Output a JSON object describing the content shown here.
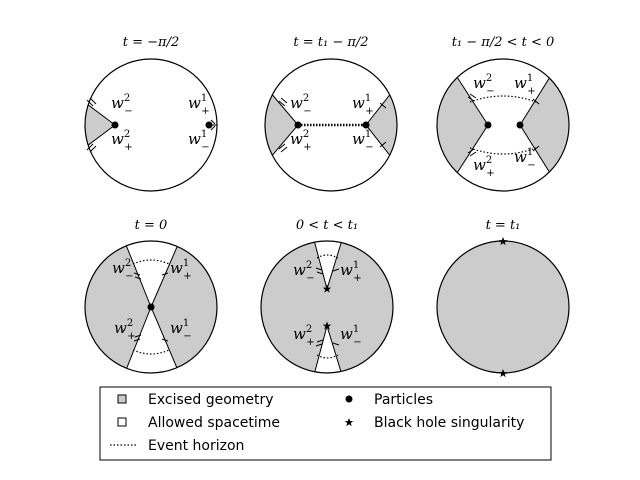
{
  "colors": {
    "excised": "#cccccc",
    "allowed": "#ffffff",
    "stroke": "#000000"
  },
  "panels": [
    {
      "title": "t = −π/2",
      "labels": {
        "tl": [
          "w",
          "2",
          "−"
        ],
        "bl": [
          "w",
          "2",
          "+"
        ],
        "tr": [
          "w",
          "1",
          "+"
        ],
        "br": [
          "w",
          "1",
          "−"
        ]
      }
    },
    {
      "title": "t = t₁ − π/2",
      "labels": {
        "tl": [
          "w",
          "2",
          "−"
        ],
        "bl": [
          "w",
          "2",
          "+"
        ],
        "tr": [
          "w",
          "1",
          "+"
        ],
        "br": [
          "w",
          "1",
          "−"
        ]
      }
    },
    {
      "title": "t₁ − π/2 < t < 0",
      "labels": {
        "tl": [
          "w",
          "2",
          "−"
        ],
        "bl": [
          "w",
          "2",
          "+"
        ],
        "tr": [
          "w",
          "1",
          "+"
        ],
        "br": [
          "w",
          "1",
          "−"
        ]
      }
    },
    {
      "title": "t = 0",
      "labels": {
        "tl": [
          "w",
          "2",
          "−"
        ],
        "bl": [
          "w",
          "2",
          "+"
        ],
        "tr": [
          "w",
          "1",
          "+"
        ],
        "br": [
          "w",
          "1",
          "−"
        ]
      }
    },
    {
      "title": "0 < t < t₁",
      "labels": {
        "tl": [
          "w",
          "2",
          "−"
        ],
        "bl": [
          "w",
          "2",
          "+"
        ],
        "tr": [
          "w",
          "1",
          "+"
        ],
        "br": [
          "w",
          "1",
          "−"
        ]
      }
    },
    {
      "title": "t = t₁",
      "labels": null
    }
  ],
  "legend": {
    "excised": "Excised geometry",
    "allowed": "Allowed spacetime",
    "horizon": "Event horizon",
    "particles": "Particles",
    "singularity": "Black hole singularity"
  }
}
